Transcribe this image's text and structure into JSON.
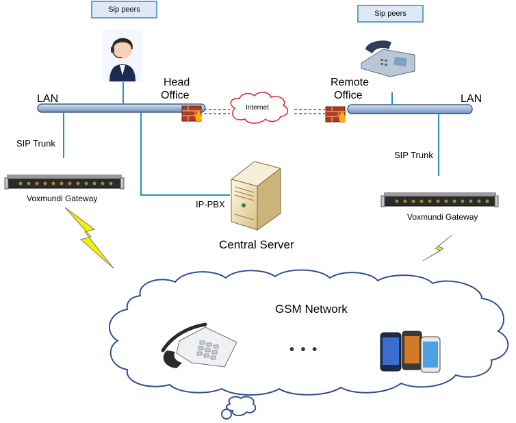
{
  "labels": {
    "sip_peers_left": "Sip peers",
    "sip_peers_right": "Sip peers",
    "lan_left": "LAN",
    "lan_right": "LAN",
    "head_office_line1": "Head",
    "head_office_line2": "Office",
    "remote_office_line1": "Remote",
    "remote_office_line2": "Office",
    "internet": "Internet",
    "sip_trunk_left": "SIP Trunk",
    "sip_trunk_right": "SIP Trunk",
    "gateway_left": "Voxmundi Gateway",
    "gateway_right": "Voxmundi Gateway",
    "ip_pbx": "IP-PBX",
    "central_server": "Central Server",
    "gsm_network": "GSM Network",
    "ellipsis": "• • •"
  },
  "icons": {
    "agent": "headset-agent-icon",
    "desk_phone": "desk-phone-icon",
    "firewall": "firewall-icon",
    "server": "server-icon",
    "gateway": "gateway-device-icon",
    "lightning": "lightning-icon",
    "landline": "landline-phone-icon",
    "mobiles": "mobile-phones-icon"
  },
  "colors": {
    "lan_bus": "#8fb0d6",
    "link_line": "#2e8bc9",
    "internet_link": "#e02020",
    "cloud_stroke": "#2f4f8f",
    "lightning_fill": "#f4f000"
  }
}
